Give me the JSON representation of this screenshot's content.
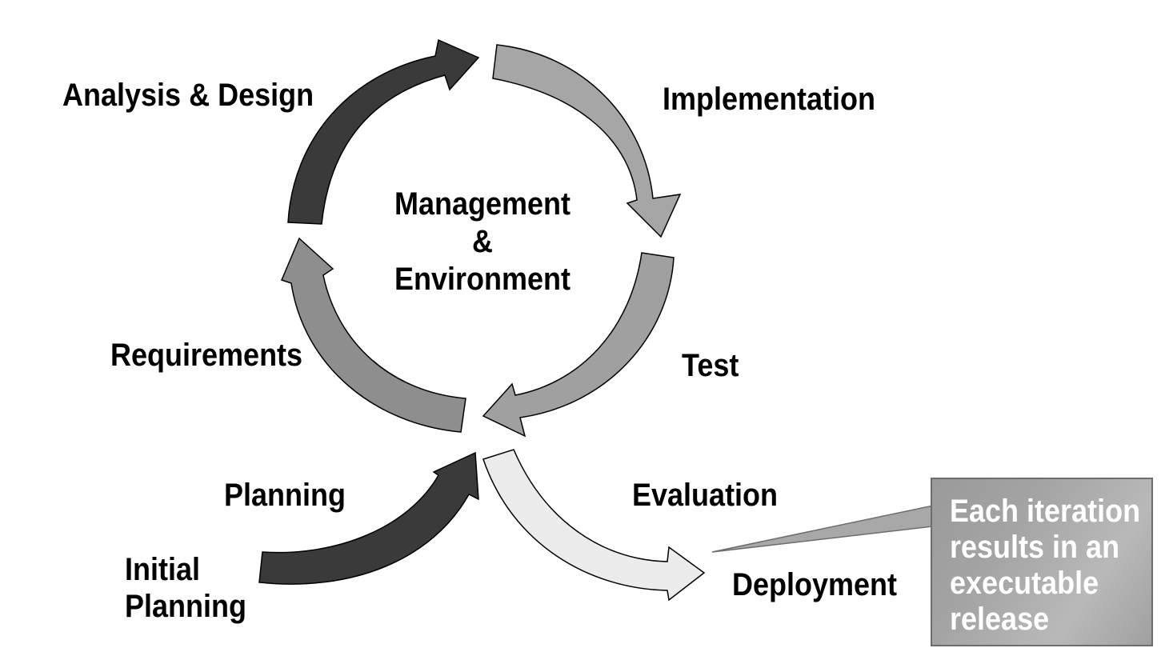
{
  "diagram": {
    "phases": {
      "analysis_design": "Analysis & Design",
      "implementation": "Implementation",
      "requirements": "Requirements",
      "test": "Test",
      "planning": "Planning",
      "evaluation": "Evaluation",
      "initial_planning": [
        "Initial",
        "Planning"
      ],
      "deployment": "Deployment"
    },
    "center": [
      "Management",
      "&",
      "Environment"
    ],
    "callout": [
      "Each iteration",
      "results in an",
      "executable",
      "release"
    ],
    "colors": {
      "analysis_arrow": "#3a3a3a",
      "implementation_arrow": "#a6a6a6",
      "test_arrow": "#a0a0a0",
      "requirements_arrow": "#8e8e8e",
      "initial_planning_arrow": "#3a3a3a",
      "deployment_arrow": "#ececec",
      "callout_fill": "#a8a8a8",
      "callout_text": "#ffffff",
      "outline": "#000000"
    }
  }
}
